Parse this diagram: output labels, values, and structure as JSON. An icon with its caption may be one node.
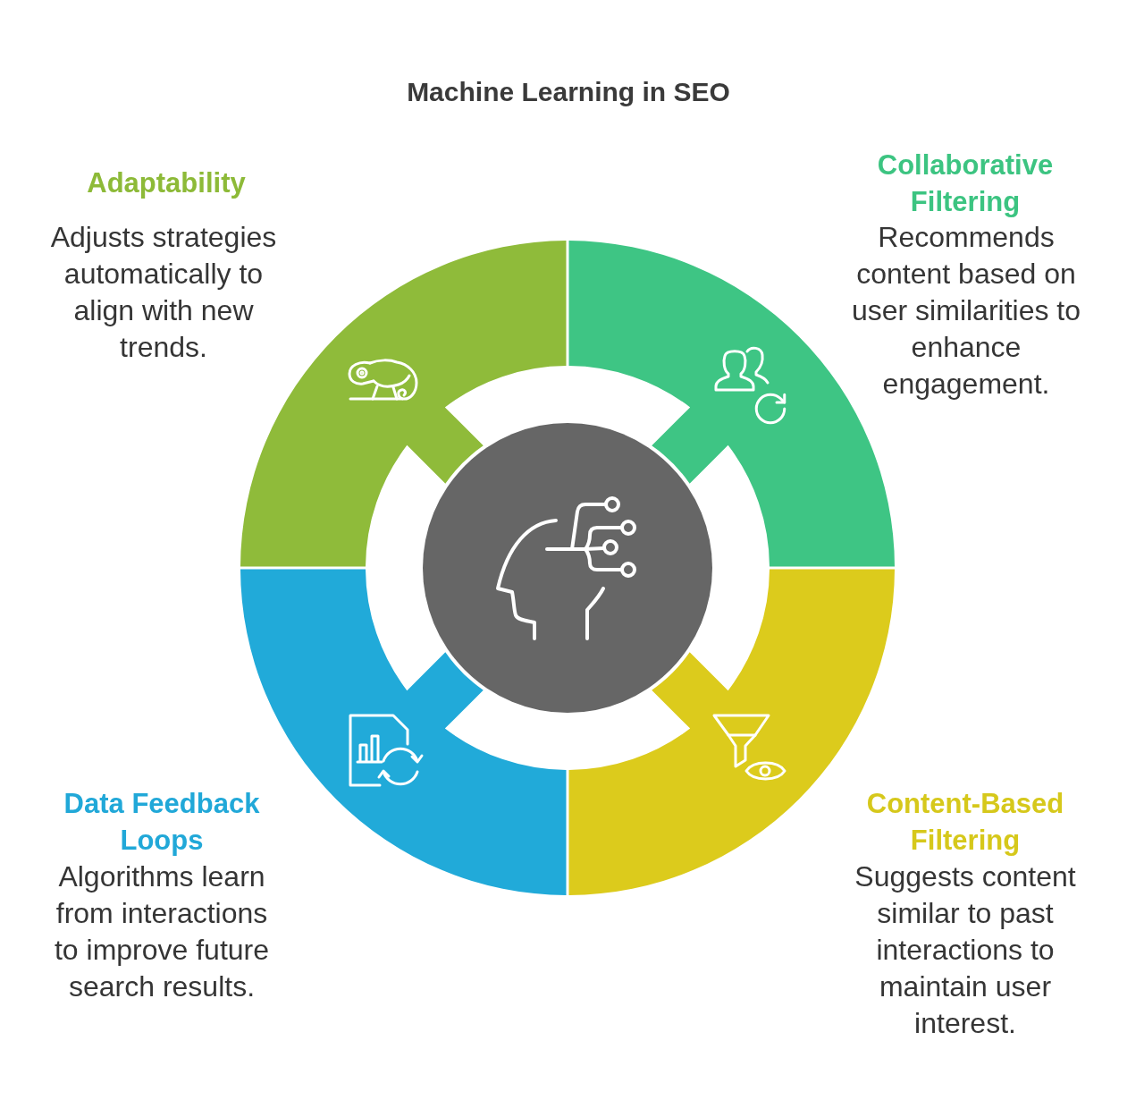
{
  "diagram": {
    "title": "Machine Learning in SEO",
    "labels": [
      "Adaptability",
      "Adjusts strategies automatically to align with new trends.",
      "Collaborative Filtering",
      "Recommends content based on user similarities to enhance engagement.",
      "Data Feedback Loops",
      "Algorithms learn from interactions to improve future search results.",
      "Content-Based Filtering",
      "Suggests content similar to past interactions to maintain user interest."
    ]
  }
}
